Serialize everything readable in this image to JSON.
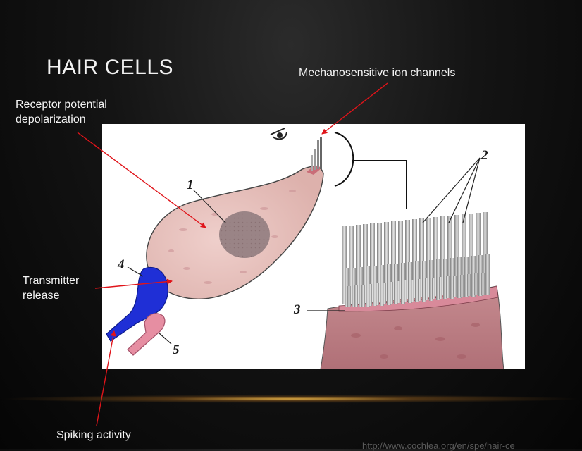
{
  "slide": {
    "title": "HAIR CELLS",
    "url_text": "http://www.cochlea.org/en/spe/hair-ce"
  },
  "annotations": {
    "mechanosensitive": "Mechanosensitive ion channels",
    "receptor": "Receptor potential\ndepolarization",
    "transmitter": "Transmitter\nrelease",
    "spiking": "Spiking activity"
  },
  "figure": {
    "numbers": [
      "1",
      "2",
      "3",
      "4",
      "5"
    ]
  },
  "colors": {
    "arrow": "#e0141a",
    "cell": "#e7c3bf",
    "nucleus": "#9a8486",
    "afferent": "#1f2fd6",
    "efferent": "#e68ea2"
  }
}
